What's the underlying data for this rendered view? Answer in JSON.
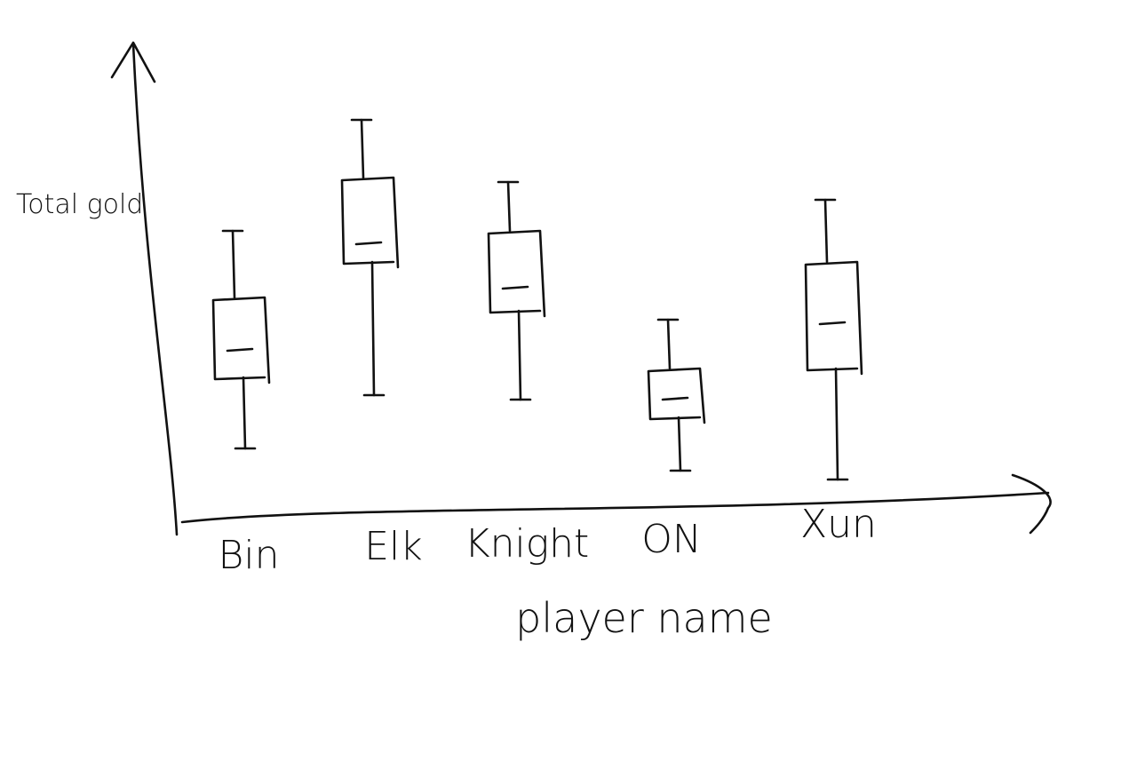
{
  "chart_data": {
    "type": "box",
    "title": "",
    "xlabel": "player name",
    "ylabel": "Total gold",
    "categories": [
      "Bin",
      "Elk",
      "Knight",
      "ON",
      "Xun"
    ],
    "series": [
      {
        "boxes": [
          {
            "category": "Bin",
            "min": 1.6,
            "q1": 3.2,
            "median": 3.8,
            "q3": 5.0,
            "max": 6.5
          },
          {
            "category": "Elk",
            "min": 2.8,
            "q1": 5.8,
            "median": 6.2,
            "q3": 7.7,
            "max": 9.0
          },
          {
            "category": "Knight",
            "min": 2.7,
            "q1": 4.7,
            "median": 5.2,
            "q3": 6.5,
            "max": 7.6
          },
          {
            "category": "ON",
            "min": 1.1,
            "q1": 2.3,
            "median": 2.7,
            "q3": 3.4,
            "max": 4.5
          },
          {
            "category": "Xun",
            "min": 0.9,
            "q1": 3.4,
            "median": 4.4,
            "q3": 5.8,
            "max": 7.2
          }
        ]
      }
    ],
    "ylim": [
      0,
      10
    ],
    "grid": false,
    "style": "hand-drawn sketch",
    "colors": {
      "ink": "#111111",
      "background": "#ffffff"
    }
  }
}
